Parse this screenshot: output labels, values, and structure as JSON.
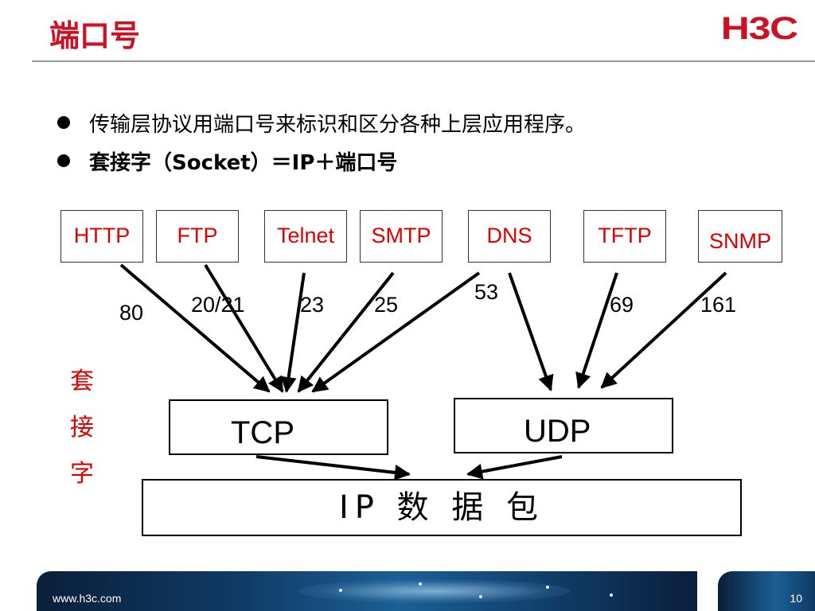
{
  "title": "端口号",
  "logo": "H3C",
  "bullets": [
    "传输层协议用端口号来标识和区分各种上层应用程序。",
    "套接字（Socket）＝IP＋端口号"
  ],
  "diagram": {
    "protocols": [
      "HTTP",
      "FTP",
      "Telnet",
      "SMTP",
      "DNS",
      "TFTP",
      "SNMP"
    ],
    "ports": [
      "80",
      "20/21",
      "23",
      "25",
      "53",
      "69",
      "161"
    ],
    "side_label": [
      "套",
      "接",
      "字"
    ],
    "transport": [
      "TCP",
      "UDP"
    ],
    "network": "IP 数 据 包"
  },
  "footer": {
    "url": "www.h3c.com",
    "page": "10"
  },
  "colors": {
    "accent": "#cc1122",
    "protocol_text": "#dd0000"
  }
}
